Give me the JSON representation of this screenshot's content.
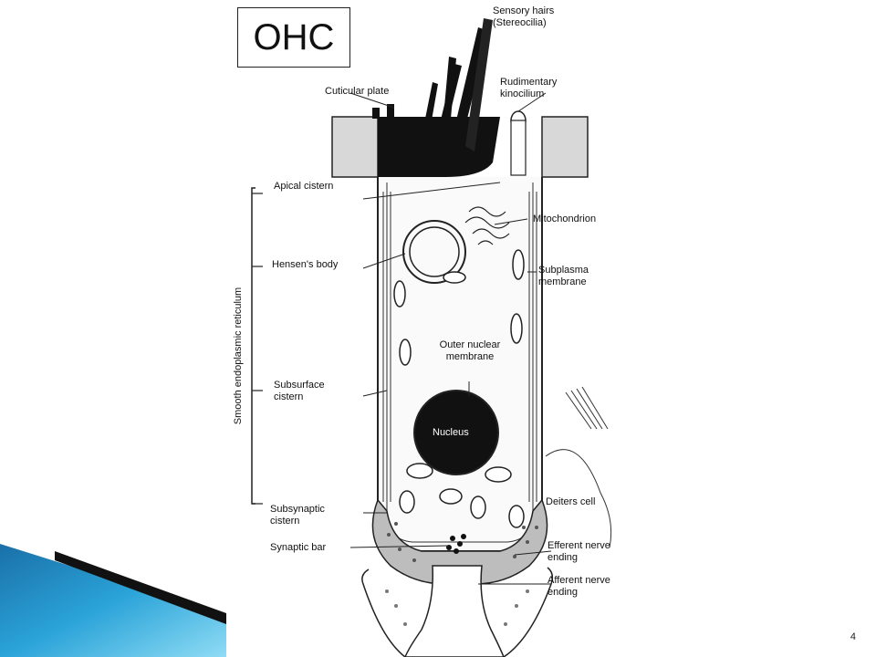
{
  "slide": {
    "title": "OHC",
    "page_number": "4"
  },
  "labels": {
    "sensory_hairs": "Sensory hairs (Stereocilia)",
    "cuticular_plate": "Cuticular plate",
    "rudimentary_kinocilium": "Rudimentary kinocilium",
    "apical_cistern": "Apical cistern",
    "mitochondrion": "Mitochondrion",
    "hensens_body": "Hensen's body",
    "subplasma_membrane": "Subplasma membrane",
    "smooth_er": "Smooth endoplasmic reticulum",
    "outer_nuclear_membrane": "Outer nuclear membrane",
    "subsurface_cistern": "Subsurface cistern",
    "nucleus": "Nucleus",
    "subsynaptic_cistern": "Subsynaptic cistern",
    "deiters_cell": "Deiters cell",
    "synaptic_bar": "Synaptic bar",
    "efferent_nerve_ending": "Efferent nerve ending",
    "afferent_nerve_ending": "Afferent nerve ending"
  },
  "colors": {
    "accent_blue": "#1a8fc4",
    "accent_light": "#7fd0ee"
  }
}
